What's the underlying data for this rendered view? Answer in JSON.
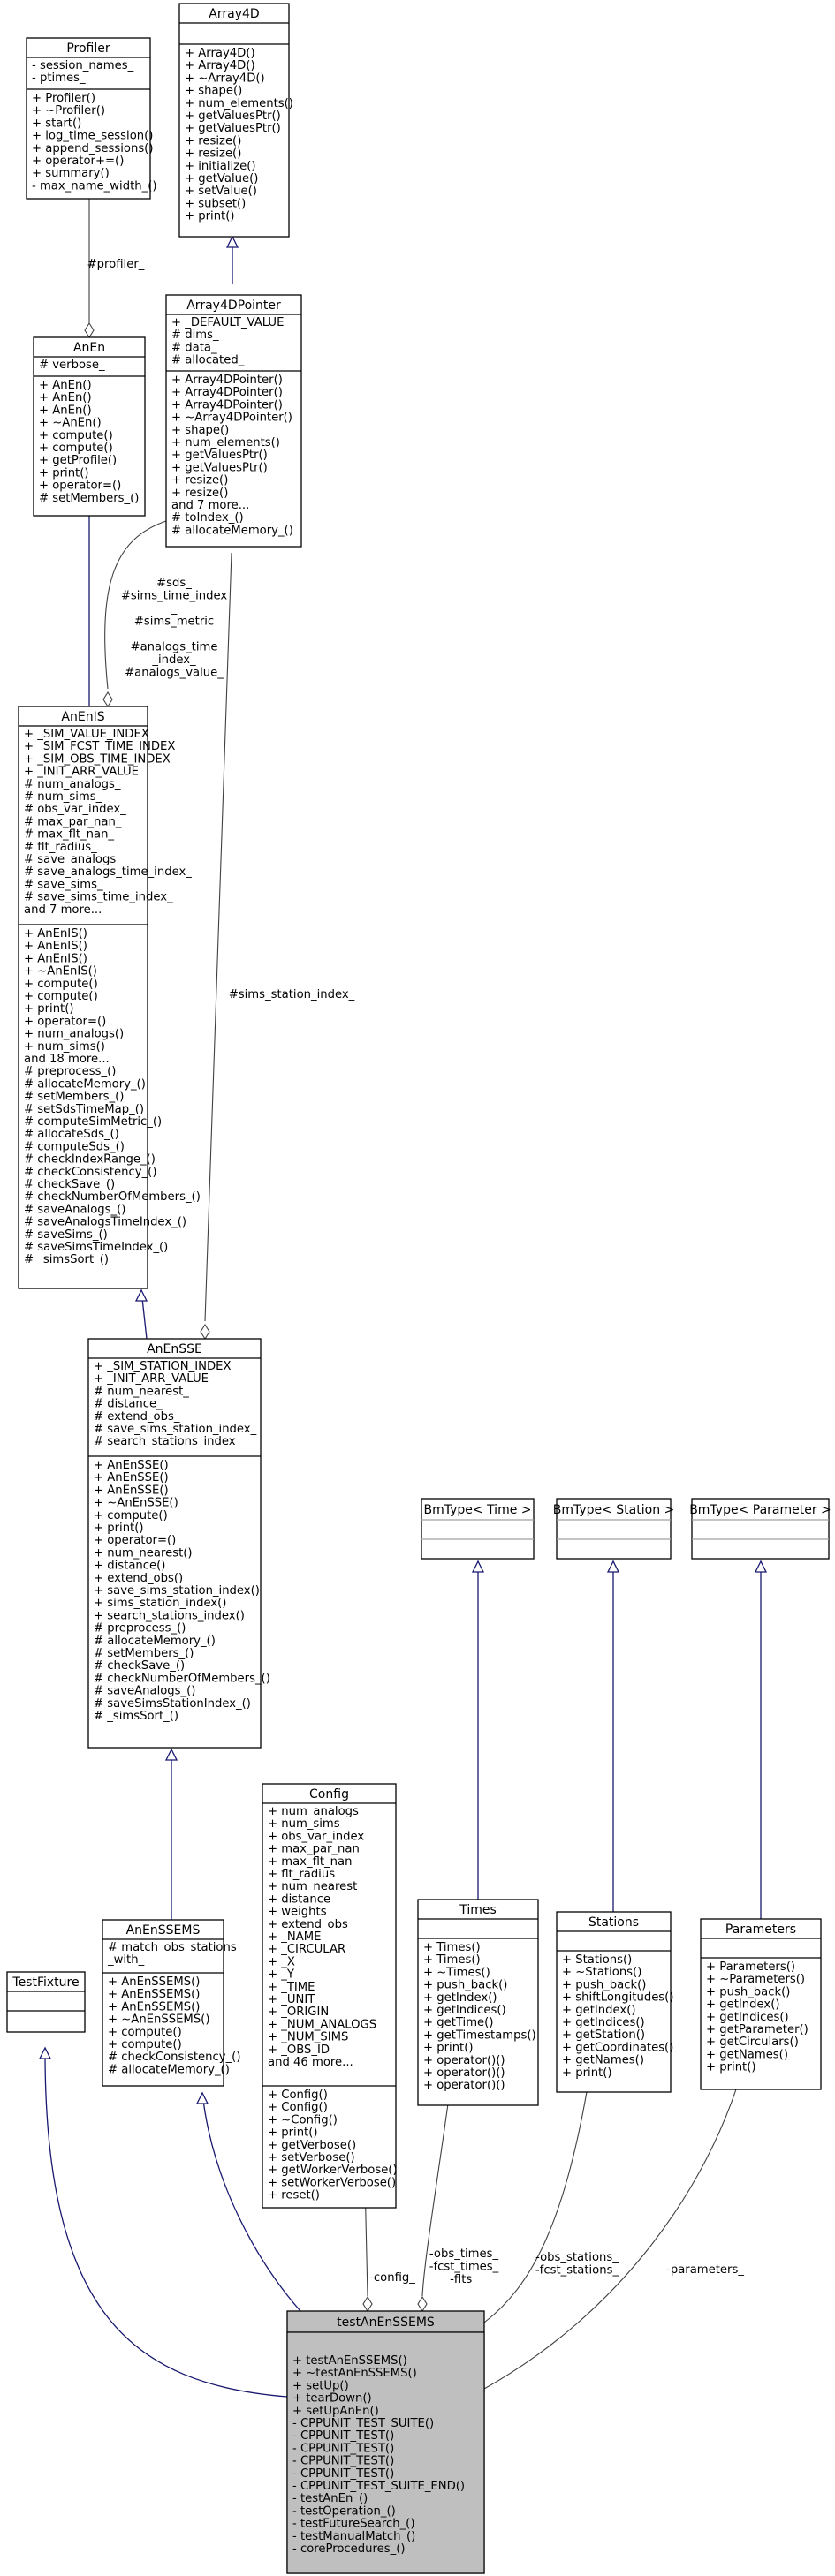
{
  "classes": {
    "profiler": {
      "title": "Profiler",
      "attrs": [
        "- session_names_",
        "- ptimes_"
      ],
      "methods": [
        "+ Profiler()",
        "+ ~Profiler()",
        "+ start()",
        "+ log_time_session()",
        "+ append_sessions()",
        "+ operator+=()",
        "+ summary()",
        "- max_name_width_()"
      ]
    },
    "array4d": {
      "title": "Array4D",
      "attrs": [],
      "methods": [
        "+ Array4D()",
        "+ Array4D()",
        "+ ~Array4D()",
        "+ shape()",
        "+ num_elements()",
        "+ getValuesPtr()",
        "+ getValuesPtr()",
        "+ resize()",
        "+ resize()",
        "+ initialize()",
        "+ getValue()",
        "+ setValue()",
        "+ subset()",
        "+ print()"
      ]
    },
    "anen": {
      "title": "AnEn",
      "attrs": [
        "# verbose_"
      ],
      "methods": [
        "+ AnEn()",
        "+ AnEn()",
        "+ AnEn()",
        "+ ~AnEn()",
        "+ compute()",
        "+ compute()",
        "+ getProfile()",
        "+ print()",
        "+ operator=()",
        "# setMembers_()"
      ]
    },
    "array4dpointer": {
      "title": "Array4DPointer",
      "attrs": [
        "+ _DEFAULT_VALUE",
        "# dims_",
        "# data_",
        "# allocated_"
      ],
      "methods": [
        "+ Array4DPointer()",
        "+ Array4DPointer()",
        "+ Array4DPointer()",
        "+ ~Array4DPointer()",
        "+ shape()",
        "+ num_elements()",
        "+ getValuesPtr()",
        "+ getValuesPtr()",
        "+ resize()",
        "+ resize()",
        "and 7 more...",
        "# toIndex_()",
        "# allocateMemory_()"
      ]
    },
    "anenis": {
      "title": "AnEnIS",
      "attrs": [
        "+ _SIM_VALUE_INDEX",
        "+ _SIM_FCST_TIME_INDEX",
        "+ _SIM_OBS_TIME_INDEX",
        "+ _INIT_ARR_VALUE",
        "# num_analogs_",
        "# num_sims_",
        "# obs_var_index_",
        "# max_par_nan_",
        "# max_flt_nan_",
        "# flt_radius_",
        "# save_analogs_",
        "# save_analogs_time_index_",
        "# save_sims_",
        "# save_sims_time_index_",
        "and 7 more..."
      ],
      "methods": [
        "+ AnEnIS()",
        "+ AnEnIS()",
        "+ AnEnIS()",
        "+ ~AnEnIS()",
        "+ compute()",
        "+ compute()",
        "+ print()",
        "+ operator=()",
        "+ num_analogs()",
        "+ num_sims()",
        "and 18 more...",
        "# preprocess_()",
        "# allocateMemory_()",
        "# setMembers_()",
        "# setSdsTimeMap_()",
        "# computeSimMetric_()",
        "# allocateSds_()",
        "# computeSds_()",
        "# checkIndexRange_()",
        "# checkConsistency_()",
        "# checkSave_()",
        "# checkNumberOfMembers_()",
        "# saveAnalogs_()",
        "# saveAnalogsTimeIndex_()",
        "# saveSims_()",
        "# saveSimsTimeIndex_()",
        "# _simsSort_()"
      ]
    },
    "anensse": {
      "title": "AnEnSSE",
      "attrs": [
        "+ _SIM_STATION_INDEX",
        "+ _INIT_ARR_VALUE",
        "# num_nearest_",
        "# distance_",
        "# extend_obs_",
        "# save_sims_station_index_",
        "# search_stations_index_"
      ],
      "methods": [
        "+ AnEnSSE()",
        "+ AnEnSSE()",
        "+ AnEnSSE()",
        "+ ~AnEnSSE()",
        "+ compute()",
        "+ print()",
        "+ operator=()",
        "+ num_nearest()",
        "+ distance()",
        "+ extend_obs()",
        "+ save_sims_station_index()",
        "+ sims_station_index()",
        "+ search_stations_index()",
        "# preprocess_()",
        "# allocateMemory_()",
        "# setMembers_()",
        "# checkSave_()",
        "# checkNumberOfMembers_()",
        "# saveAnalogs_()",
        "# saveSimsStationIndex_()",
        "# _simsSort_()"
      ]
    },
    "anenssems": {
      "title": "AnEnSSEMS",
      "attrs": [
        "# match_obs_stations",
        "_with_"
      ],
      "methods": [
        "+ AnEnSSEMS()",
        "+ AnEnSSEMS()",
        "+ AnEnSSEMS()",
        "+ ~AnEnSSEMS()",
        "+ compute()",
        "+ compute()",
        "# checkConsistency_()",
        "# allocateMemory_()"
      ]
    },
    "config": {
      "title": "Config",
      "attrs": [
        "+ num_analogs",
        "+ num_sims",
        "+ obs_var_index",
        "+ max_par_nan",
        "+ max_flt_nan",
        "+ flt_radius",
        "+ num_nearest",
        "+ distance",
        "+ weights",
        "+ extend_obs",
        "+ _NAME",
        "+ _CIRCULAR",
        "+ _X",
        "+ _Y",
        "+ _TIME",
        "+ _UNIT",
        "+ _ORIGIN",
        "+ _NUM_ANALOGS",
        "+ _NUM_SIMS",
        "+ _OBS_ID",
        "and 46 more..."
      ],
      "methods": [
        "+ Config()",
        "+ Config()",
        "+ ~Config()",
        "+ print()",
        "+ getVerbose()",
        "+ setVerbose()",
        "+ getWorkerVerbose()",
        "+ setWorkerVerbose()",
        "+ reset()"
      ]
    },
    "times": {
      "title": "Times",
      "attrs": [],
      "methods": [
        "+ Times()",
        "+ Times()",
        "+ ~Times()",
        "+ push_back()",
        "+ getIndex()",
        "+ getIndices()",
        "+ getTime()",
        "+ getTimestamps()",
        "+ print()",
        "+ operator()()",
        "+ operator()()",
        "+ operator()()"
      ]
    },
    "stations": {
      "title": "Stations",
      "attrs": [],
      "methods": [
        "+ Stations()",
        "+ ~Stations()",
        "+ push_back()",
        "+ shiftLongitudes()",
        "+ getIndex()",
        "+ getIndices()",
        "+ getStation()",
        "+ getCoordinates()",
        "+ getNames()",
        "+ print()"
      ]
    },
    "parameters": {
      "title": "Parameters",
      "attrs": [],
      "methods": [
        "+ Parameters()",
        "+ ~Parameters()",
        "+ push_back()",
        "+ getIndex()",
        "+ getIndices()",
        "+ getParameter()",
        "+ getCirculars()",
        "+ getNames()",
        "+ print()"
      ]
    },
    "testfixture": {
      "title": "TestFixture",
      "attrs": [],
      "methods": []
    },
    "bmtime": {
      "title": "BmType< Time >",
      "attrs": [],
      "methods": []
    },
    "bmstation": {
      "title": "BmType< Station >",
      "attrs": [],
      "methods": []
    },
    "bmparameter": {
      "title": "BmType< Parameter >",
      "attrs": [],
      "methods": []
    },
    "testanenssems": {
      "title": "testAnEnSSEMS",
      "attrs": [],
      "methods": [
        "+ testAnEnSSEMS()",
        "+ ~testAnEnSSEMS()",
        "+ setUp()",
        "+ tearDown()",
        "+ setUpAnEn()",
        "- CPPUNIT_TEST_SUITE()",
        "- CPPUNIT_TEST()",
        "- CPPUNIT_TEST()",
        "- CPPUNIT_TEST()",
        "- CPPUNIT_TEST()",
        "- CPPUNIT_TEST_SUITE_END()",
        "- testAnEn_()",
        "- testOperation_()",
        "- testFutureSearch_()",
        "- testManualMatch_()",
        "- coreProcedures_()"
      ]
    }
  },
  "edges": {
    "profiler": "#profiler_",
    "sds": [
      "#sds_",
      "#sims_time_index",
      "_",
      "#sims_metric",
      "",
      "#analogs_time",
      "_index_",
      "#analogs_value_"
    ],
    "sims_station_index": "#sims_station_index_",
    "config": "-config_",
    "times": [
      "-obs_times_",
      "-fcst_times_",
      "-flts_"
    ],
    "stations": [
      "-obs_stations_",
      "-fcst_stations_"
    ],
    "parameters": "-parameters_"
  }
}
